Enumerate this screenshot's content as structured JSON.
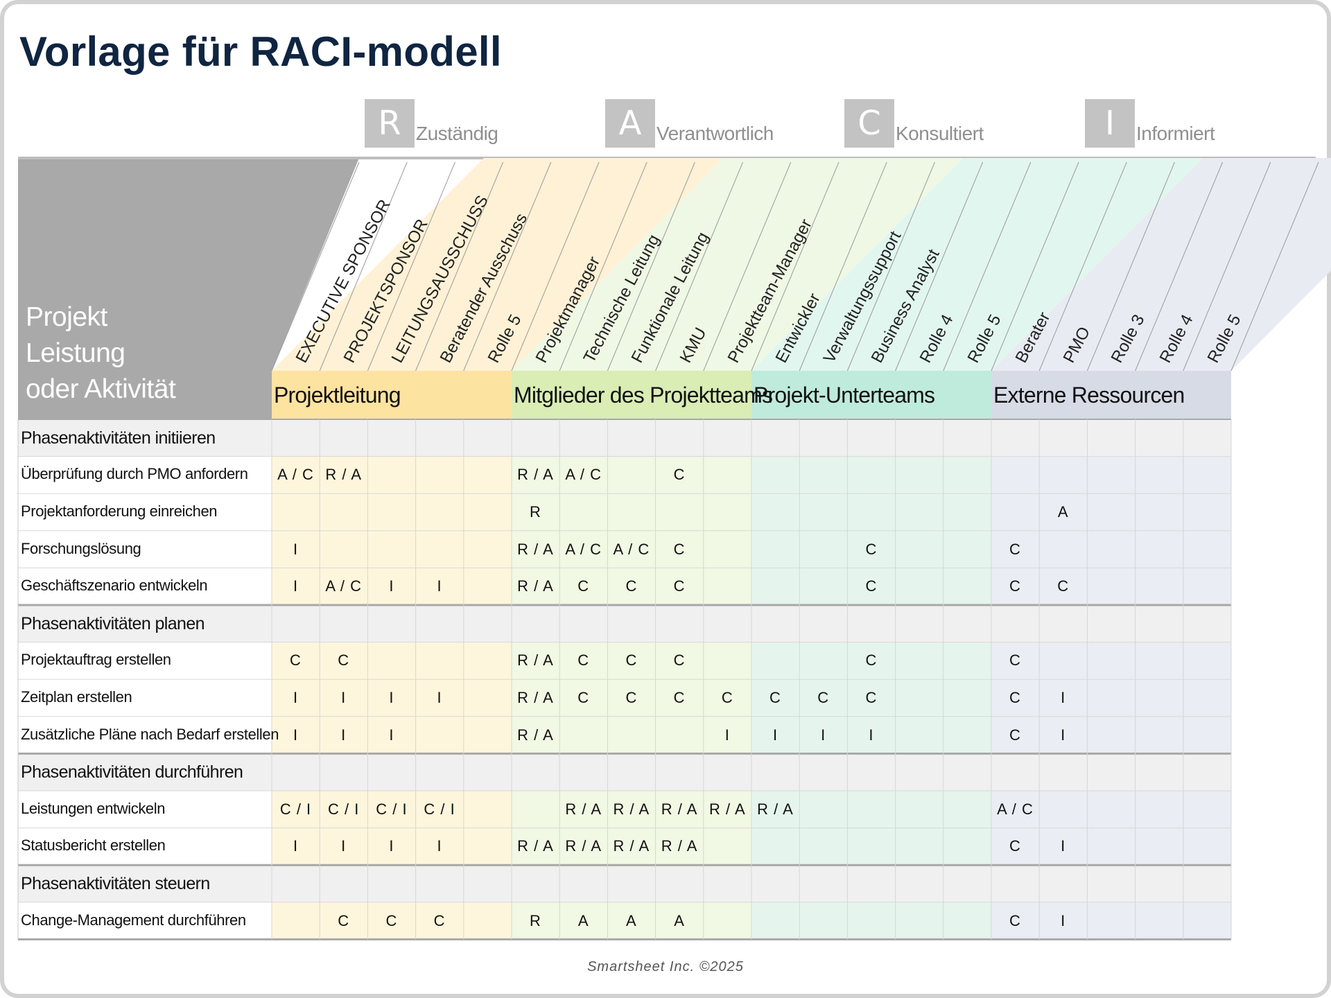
{
  "title": "Vorlage für RACI-modell",
  "legend": [
    {
      "letter": "R",
      "label": "Zuständig"
    },
    {
      "letter": "A",
      "label": "Verantwortlich"
    },
    {
      "letter": "C",
      "label": "Konsultiert"
    },
    {
      "letter": "I",
      "label": "Informiert"
    }
  ],
  "corner_lines": [
    "Projekt",
    "Leistung",
    "oder Aktivität"
  ],
  "groups": [
    {
      "label": "Projektleitung",
      "band_color": "#fde3a0",
      "fill_color": "#fdf6dc",
      "header_color": "#fef1d6",
      "roles": [
        "EXECUTIVE SPONSOR",
        "PROJEKTSPONSOR",
        "LEITUNGSAUSSCHUSS",
        "Beratender Ausschuss",
        "Rolle 5"
      ]
    },
    {
      "label": "Mitglieder des Projektteams",
      "band_color": "#d9edb4",
      "fill_color": "#f1f8e3",
      "header_color": "#eef8e4",
      "roles": [
        "Projektmanager",
        "Technische Leitung",
        "Funktionale Leitung",
        "KMU",
        "Projektteam-Manager"
      ]
    },
    {
      "label": "Projekt-Unterteams",
      "band_color": "#bfebdc",
      "fill_color": "#e5f5ee",
      "header_color": "#e1f6ef",
      "roles": [
        "Entwickler",
        "Verwaltungssupport",
        "Business Analyst",
        "Rolle 4",
        "Rolle 5"
      ]
    },
    {
      "label": "Externe Ressourcen",
      "band_color": "#d6dbe6",
      "fill_color": "#eaedf3",
      "header_color": "#e8ebf2",
      "roles": [
        "Berater",
        "PMO",
        "Rolle 3",
        "Rolle 4",
        "Rolle 5"
      ]
    }
  ],
  "rows": [
    {
      "type": "phase",
      "label": "Phasenaktivitäten initiieren",
      "cells": []
    },
    {
      "type": "task",
      "label": "Überprüfung durch PMO anfordern",
      "cells": [
        "A / C",
        "R / A",
        "",
        "",
        "",
        "R / A",
        "A / C",
        "",
        "C",
        "",
        "",
        "",
        "",
        "",
        "",
        "",
        "",
        "",
        "",
        ""
      ]
    },
    {
      "type": "task",
      "label": "Projektanforderung einreichen",
      "cells": [
        "",
        "",
        "",
        "",
        "",
        "R",
        "",
        "",
        "",
        "",
        "",
        "",
        "",
        "",
        "",
        "",
        "A",
        "",
        "",
        ""
      ]
    },
    {
      "type": "task",
      "label": "Forschungslösung",
      "cells": [
        "I",
        "",
        "",
        "",
        "",
        "R / A",
        "A / C",
        "A / C",
        "C",
        "",
        "",
        "",
        "C",
        "",
        "",
        "C",
        "",
        "",
        "",
        ""
      ]
    },
    {
      "type": "task",
      "label": "Geschäftszenario entwickeln",
      "cells": [
        "I",
        "A / C",
        "I",
        "I",
        "",
        "R / A",
        "C",
        "C",
        "C",
        "",
        "",
        "",
        "C",
        "",
        "",
        "C",
        "C",
        "",
        "",
        ""
      ]
    },
    {
      "type": "phase",
      "label": "Phasenaktivitäten planen",
      "cells": []
    },
    {
      "type": "task",
      "label": "Projektauftrag erstellen",
      "cells": [
        "C",
        "C",
        "",
        "",
        "",
        "R / A",
        "C",
        "C",
        "C",
        "",
        "",
        "",
        "C",
        "",
        "",
        "C",
        "",
        "",
        "",
        ""
      ]
    },
    {
      "type": "task",
      "label": "Zeitplan erstellen",
      "cells": [
        "I",
        "I",
        "I",
        "I",
        "",
        "R / A",
        "C",
        "C",
        "C",
        "C",
        "C",
        "C",
        "C",
        "",
        "",
        "C",
        "I",
        "",
        "",
        ""
      ]
    },
    {
      "type": "task",
      "label": "Zusätzliche Pläne nach Bedarf erstellen",
      "cells": [
        "I",
        "I",
        "I",
        "",
        "",
        "R / A",
        "",
        "",
        "",
        "I",
        "I",
        "I",
        "I",
        "",
        "",
        "C",
        "I",
        "",
        "",
        ""
      ]
    },
    {
      "type": "phase",
      "label": "Phasenaktivitäten durchführen",
      "cells": []
    },
    {
      "type": "task",
      "label": "Leistungen entwickeln",
      "cells": [
        "C / I",
        "C / I",
        "C / I",
        "C / I",
        "",
        "",
        "R / A",
        "R / A",
        "R / A",
        "R / A",
        "R / A",
        "",
        "",
        "",
        "",
        "A / C",
        "",
        "",
        "",
        ""
      ]
    },
    {
      "type": "task",
      "label": "Statusbericht erstellen",
      "cells": [
        "I",
        "I",
        "I",
        "I",
        "",
        "R / A",
        "R / A",
        "R / A",
        "R / A",
        "",
        "",
        "",
        "",
        "",
        "",
        "C",
        "I",
        "",
        "",
        ""
      ]
    },
    {
      "type": "phase",
      "label": "Phasenaktivitäten steuern",
      "cells": []
    },
    {
      "type": "task",
      "label": "Change-Management durchführen",
      "cells": [
        "",
        "C",
        "C",
        "C",
        "",
        "R",
        "A",
        "A",
        "A",
        "",
        "",
        "",
        "",
        "",
        "",
        "C",
        "I",
        "",
        "",
        ""
      ]
    }
  ],
  "footer": "Smartsheet Inc. ©2025"
}
